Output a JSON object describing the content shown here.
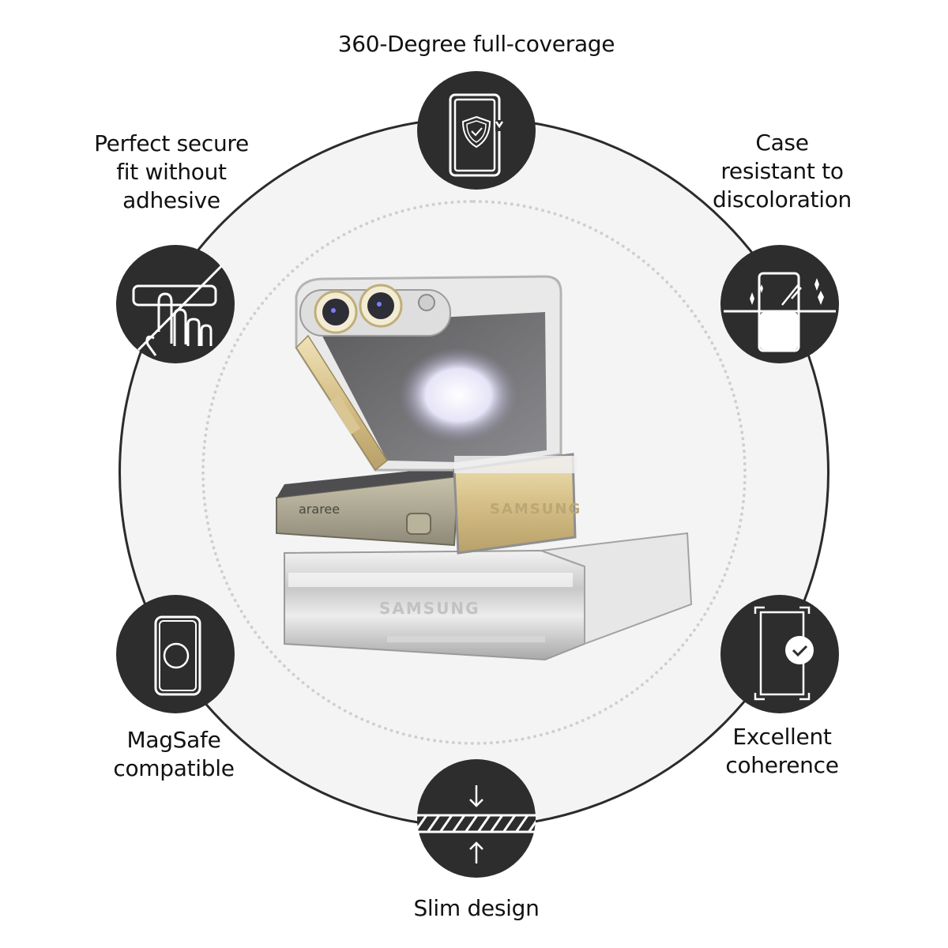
{
  "features": [
    {
      "id": "coverage",
      "icon": "shield-phone-rotate-icon",
      "label": "360-Degree full-coverage"
    },
    {
      "id": "fit",
      "icon": "no-adhesive-hand-icon",
      "label_lines": [
        "Perfect secure",
        "fit without",
        "adhesive"
      ]
    },
    {
      "id": "discoloration",
      "icon": "sparkle-phone-clear-icon",
      "label_lines": [
        "Case",
        "resistant to",
        "discoloration"
      ]
    },
    {
      "id": "magsafe",
      "icon": "magsafe-ring-phone-icon",
      "label_lines": [
        "MagSafe",
        "compatible"
      ]
    },
    {
      "id": "coherence",
      "icon": "phone-fit-check-icon",
      "label_lines": [
        "Excellent",
        "coherence"
      ]
    },
    {
      "id": "slim",
      "icon": "slim-compress-arrows-icon",
      "label": "Slim design"
    }
  ],
  "product": {
    "case_brand": "araree",
    "phone_brand_top": "SAMSUNG",
    "phone_brand_bottom": "SAMSUNG"
  },
  "colors": {
    "badge": "#2d2d2d",
    "ring": "#2b2b2b",
    "background_disc": "#f4f4f4",
    "dots": "#cfcfcf",
    "gold_frame": "#d8c28e"
  }
}
